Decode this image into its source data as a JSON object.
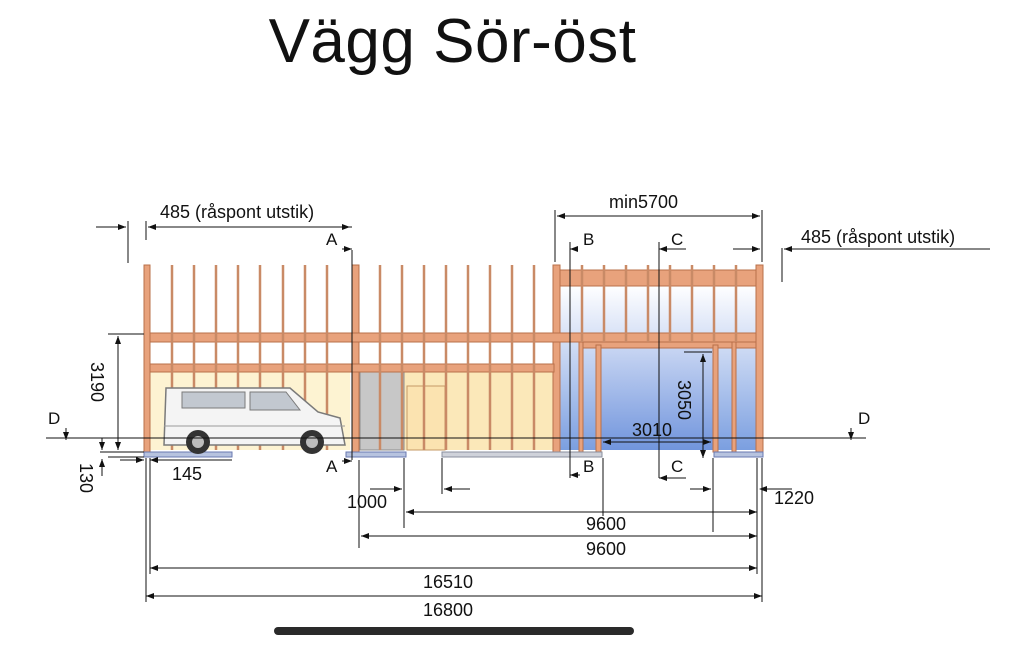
{
  "title": "Vägg Sör-öst",
  "dimensions": {
    "overhang_left": "485 (råspont utstik)",
    "overhang_right": "485 (råspont utstik)",
    "min_width": "min5700",
    "height_left": "3190",
    "height_door": "3050",
    "door_width": "3010",
    "offset_left": "145",
    "base_height": "130",
    "offset_1000": "1000",
    "offset_1220": "1220",
    "span_1": "9600",
    "span_2": "9600",
    "total_inner": "16510",
    "total": "16800"
  },
  "section_markers": {
    "a": "A",
    "b": "B",
    "c": "C",
    "d": "D"
  },
  "colors": {
    "timber": "#e8a27c",
    "timber_stroke": "#b9704a",
    "wall_fill": "#fdf1c9",
    "door_blue": "#7b9fe0",
    "dim_line": "#111111"
  }
}
